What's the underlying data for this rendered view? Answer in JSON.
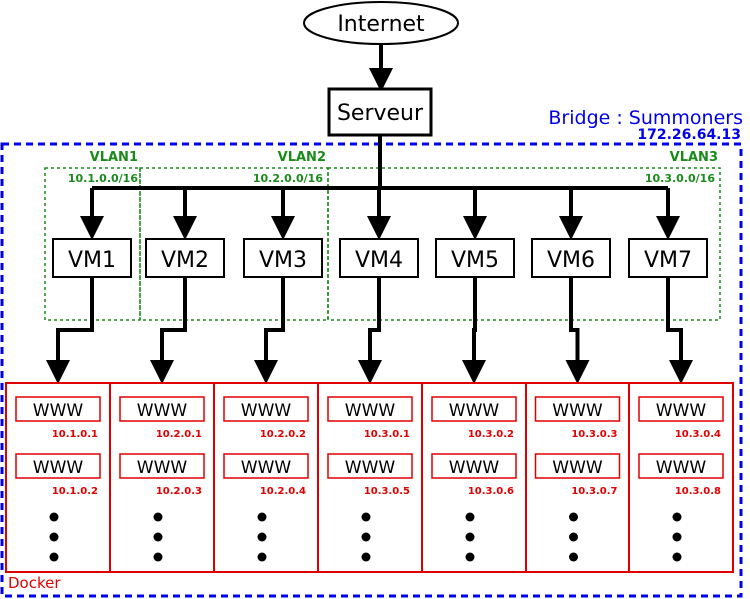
{
  "nodes": {
    "internet": "Internet",
    "server": "Serveur"
  },
  "bridge": {
    "title": "Bridge : Summoners",
    "ip": "172.26.64.13",
    "color": "#0000ee"
  },
  "docker": {
    "label": "Docker",
    "color": "#e00000"
  },
  "vlans": [
    {
      "name": "VLAN1",
      "network": "10.1.0.0/16"
    },
    {
      "name": "VLAN2",
      "network": "10.2.0.0/16"
    },
    {
      "name": "VLAN3",
      "network": "10.3.0.0/16"
    }
  ],
  "vlan_color": "#1a8a1a",
  "vms": [
    {
      "name": "VM1",
      "containers": [
        {
          "label": "WWW",
          "ip": "10.1.0.1"
        },
        {
          "label": "WWW",
          "ip": "10.1.0.2"
        }
      ]
    },
    {
      "name": "VM2",
      "containers": [
        {
          "label": "WWW",
          "ip": "10.2.0.1"
        },
        {
          "label": "WWW",
          "ip": "10.2.0.3"
        }
      ]
    },
    {
      "name": "VM3",
      "containers": [
        {
          "label": "WWW",
          "ip": "10.2.0.2"
        },
        {
          "label": "WWW",
          "ip": "10.2.0.4"
        }
      ]
    },
    {
      "name": "VM4",
      "containers": [
        {
          "label": "WWW",
          "ip": "10.3.0.1"
        },
        {
          "label": "WWW",
          "ip": "10.3.0.5"
        }
      ]
    },
    {
      "name": "VM5",
      "containers": [
        {
          "label": "WWW",
          "ip": "10.3.0.2"
        },
        {
          "label": "WWW",
          "ip": "10.3.0.6"
        }
      ]
    },
    {
      "name": "VM6",
      "containers": [
        {
          "label": "WWW",
          "ip": "10.3.0.3"
        },
        {
          "label": "WWW",
          "ip": "10.3.0.7"
        }
      ]
    },
    {
      "name": "VM7",
      "containers": [
        {
          "label": "WWW",
          "ip": "10.3.0.4"
        },
        {
          "label": "WWW",
          "ip": "10.3.0.8"
        }
      ]
    }
  ]
}
